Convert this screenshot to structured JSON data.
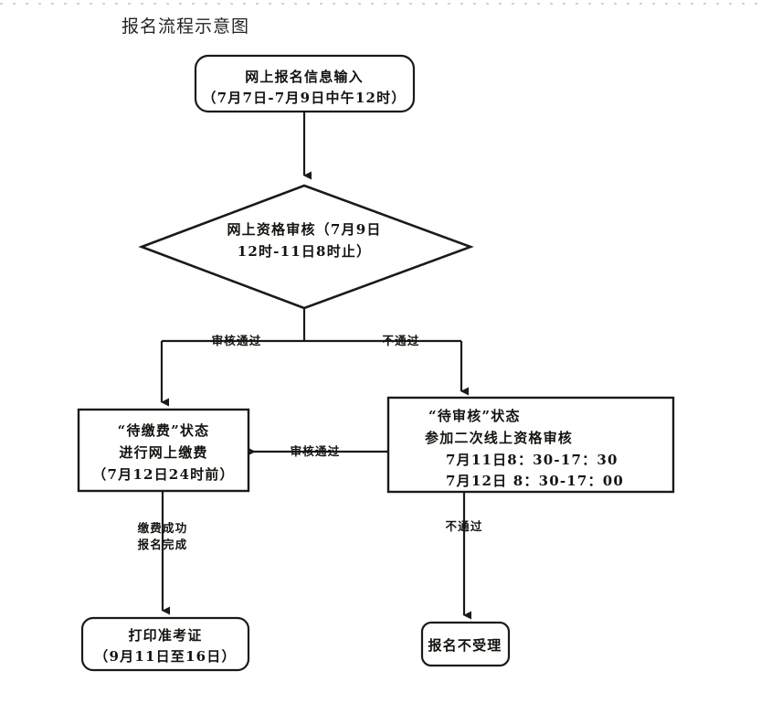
{
  "page": {
    "title": "报名流程示意图",
    "background_color": "#ffffff",
    "ink_color": "#1a1a1a"
  },
  "chart_data": {
    "type": "diagram",
    "diagram_kind": "flowchart",
    "orientation": "top-to-bottom",
    "title": "报名流程示意图"
  },
  "nodes": {
    "online_registration": {
      "shape": "rounded-rect",
      "lines": [
        "网上报名信息输入",
        "（7月7日-7月9日中午12时）"
      ]
    },
    "online_review": {
      "shape": "diamond",
      "lines": [
        "网上资格审核（7月9日",
        "12时-11日8时止）"
      ]
    },
    "pending_payment": {
      "shape": "rect",
      "lines": [
        "“待缴费”状态",
        "进行网上缴费",
        "（7月12日24时前）"
      ]
    },
    "pending_review": {
      "shape": "rect",
      "lines": [
        "“待审核”状态",
        "参加二次线上资格审核",
        "7月11日8：30-17：30",
        "7月12日 8：30-17：00"
      ]
    },
    "print_admission": {
      "shape": "rounded-rect",
      "lines": [
        "打印准考证",
        "（9月11日至16日）"
      ]
    },
    "not_accepted": {
      "shape": "rounded-rect",
      "lines": [
        "报名不受理"
      ]
    }
  },
  "edges": {
    "start_to_review": {
      "label": ""
    },
    "review_pass_left": {
      "label": "审核通过"
    },
    "review_fail_right": {
      "label": "不通过"
    },
    "second_review_pass": {
      "label": "审核通过"
    },
    "payment_done": {
      "label_line1": "缴费成功",
      "label_line2": "报名完成"
    },
    "second_review_fail": {
      "label": "不通过"
    }
  }
}
